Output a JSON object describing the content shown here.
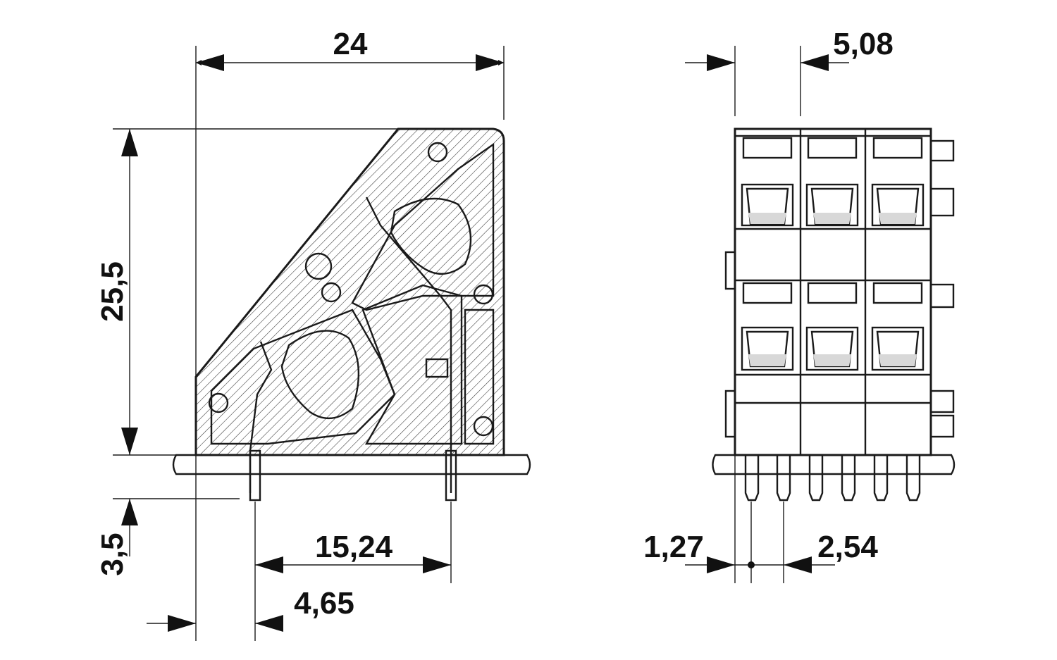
{
  "dimensions": {
    "overall_width": "24",
    "overall_height": "25,5",
    "pin_length": "3,5",
    "pin_spacing": "15,24",
    "pin_offset": "4,65",
    "pitch": "5,08",
    "pin_offset_half": "1,27",
    "pin_pitch": "2,54"
  },
  "colors": {
    "line": "#1a1a1a",
    "body_fill": "#ffffff",
    "release_fill": "#d8d8d8",
    "pin_fill": "#d8d8d8"
  }
}
